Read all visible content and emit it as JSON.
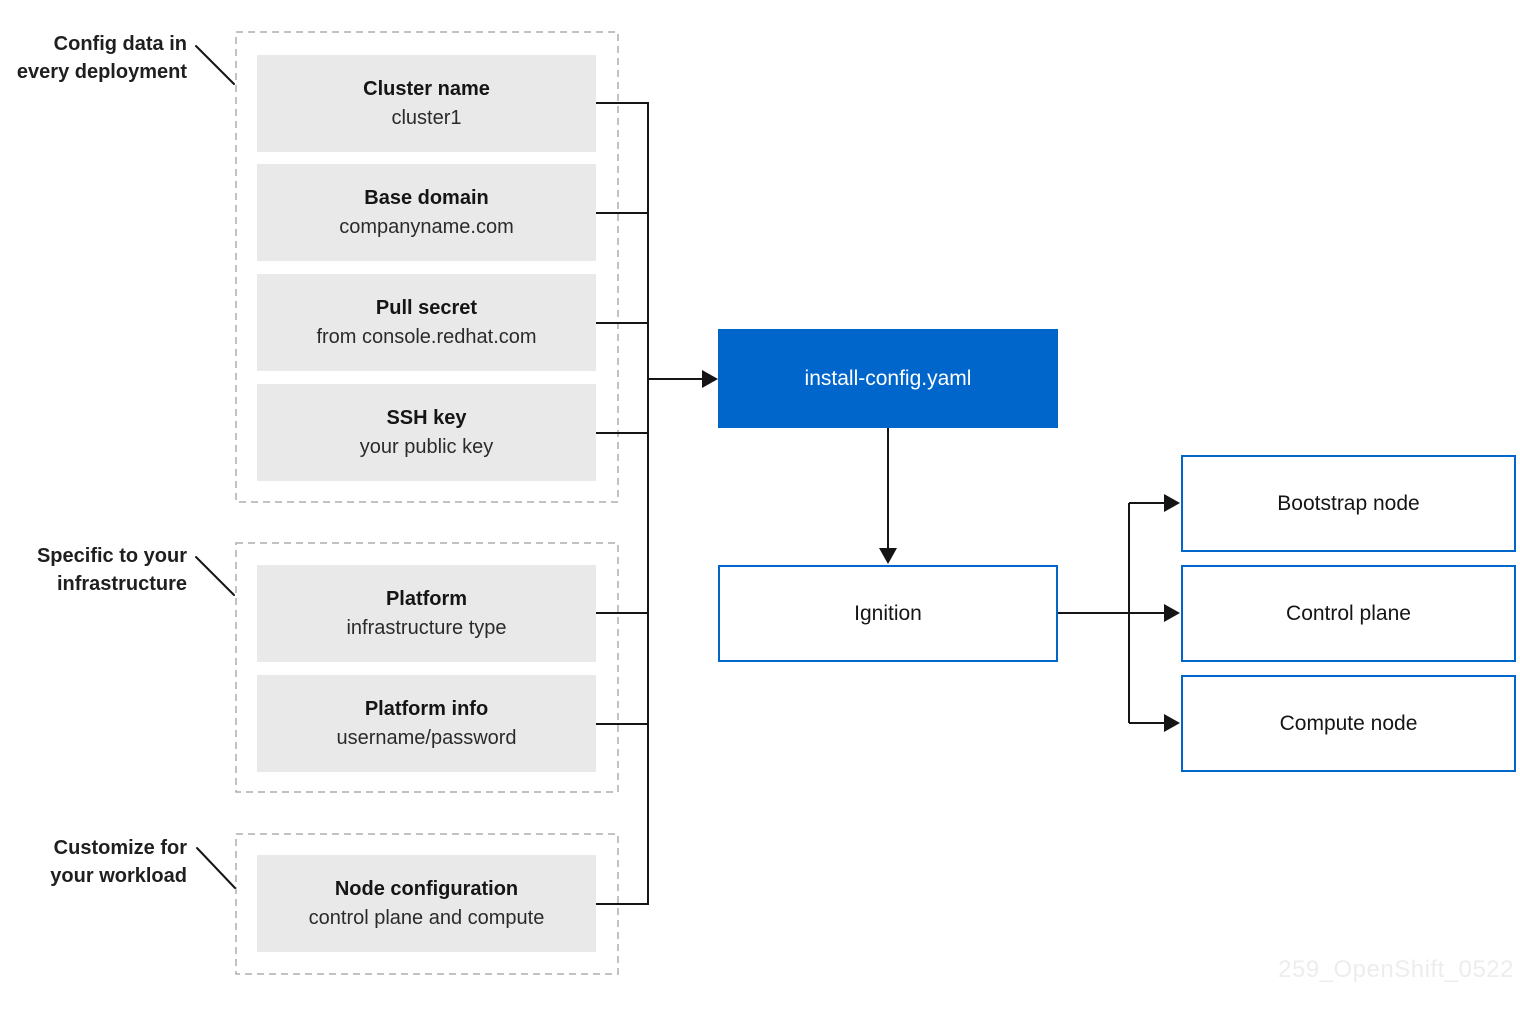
{
  "diagram": {
    "groups": [
      {
        "label": [
          "Config data in",
          "every deployment"
        ],
        "boxes": [
          {
            "title": "Cluster name",
            "subtitle": "cluster1"
          },
          {
            "title": "Base domain",
            "subtitle": "companyname.com"
          },
          {
            "title": "Pull secret",
            "subtitle": "from console.redhat.com"
          },
          {
            "title": "SSH key",
            "subtitle": "your public key"
          }
        ]
      },
      {
        "label": [
          "Specific to your",
          "infrastructure"
        ],
        "boxes": [
          {
            "title": "Platform",
            "subtitle": "infrastructure type"
          },
          {
            "title": "Platform info",
            "subtitle": "username/password"
          }
        ]
      },
      {
        "label": [
          "Customize for",
          "your workload"
        ],
        "boxes": [
          {
            "title": "Node configuration",
            "subtitle": "control plane and compute"
          }
        ]
      }
    ],
    "center": {
      "install_config": "install-config.yaml",
      "ignition": "Ignition"
    },
    "outputs": [
      "Bootstrap node",
      "Control plane",
      "Compute node"
    ],
    "watermark": "259_OpenShift_0522",
    "colors": {
      "accent_blue": "#0066cc",
      "input_box_gray": "#e9e9e9",
      "line_black": "#151515",
      "dashed_border_gray": "#adadad",
      "watermark_gray": "#ededed"
    }
  }
}
